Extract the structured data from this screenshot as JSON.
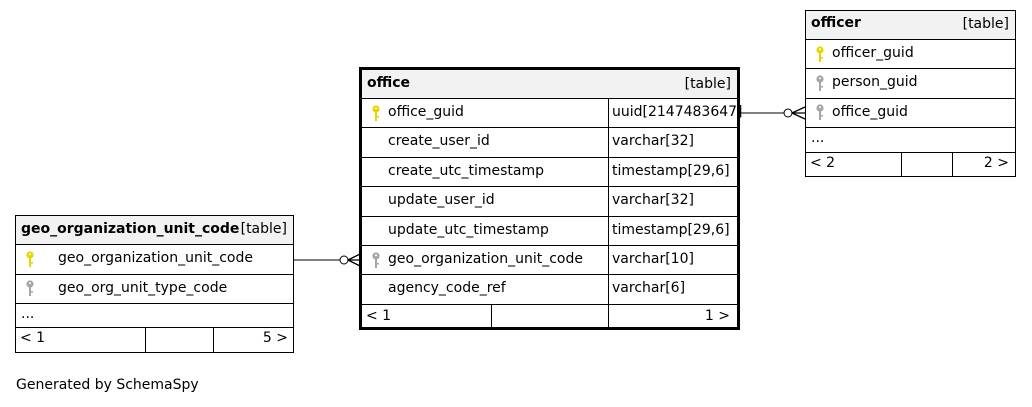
{
  "tables": {
    "office": {
      "name": "office",
      "kind": "[table]",
      "columns": [
        {
          "name": "office_guid",
          "type": "uuid[2147483647]",
          "key": "primary"
        },
        {
          "name": "create_user_id",
          "type": "varchar[32]",
          "key": "none"
        },
        {
          "name": "create_utc_timestamp",
          "type": "timestamp[29,6]",
          "key": "none"
        },
        {
          "name": "update_user_id",
          "type": "varchar[32]",
          "key": "none"
        },
        {
          "name": "update_utc_timestamp",
          "type": "timestamp[29,6]",
          "key": "none"
        },
        {
          "name": "geo_organization_unit_code",
          "type": "varchar[10]",
          "key": "foreign"
        },
        {
          "name": "agency_code_ref",
          "type": "varchar[6]",
          "key": "none"
        }
      ],
      "footer": {
        "left": "< 1",
        "right": "1 >"
      }
    },
    "officer": {
      "name": "officer",
      "kind": "[table]",
      "columns": [
        {
          "name": "officer_guid",
          "key": "primary"
        },
        {
          "name": "person_guid",
          "key": "foreign"
        },
        {
          "name": "office_guid",
          "key": "foreign"
        }
      ],
      "ellipsis": "...",
      "footer": {
        "left": "< 2",
        "right": "2 >"
      }
    },
    "geo": {
      "name": "geo_organization_unit_code",
      "kind": "[table]",
      "columns": [
        {
          "name": "geo_organization_unit_code",
          "key": "primary"
        },
        {
          "name": "geo_org_unit_type_code",
          "key": "foreign"
        }
      ],
      "ellipsis": "...",
      "footer": {
        "left": "< 1",
        "right": "5 >"
      }
    }
  },
  "colors": {
    "primary_key": "#e6d600",
    "foreign_key": "#a6a6a6",
    "header_bg": "#f2f2f2"
  },
  "caption": "Generated by SchemaSpy"
}
